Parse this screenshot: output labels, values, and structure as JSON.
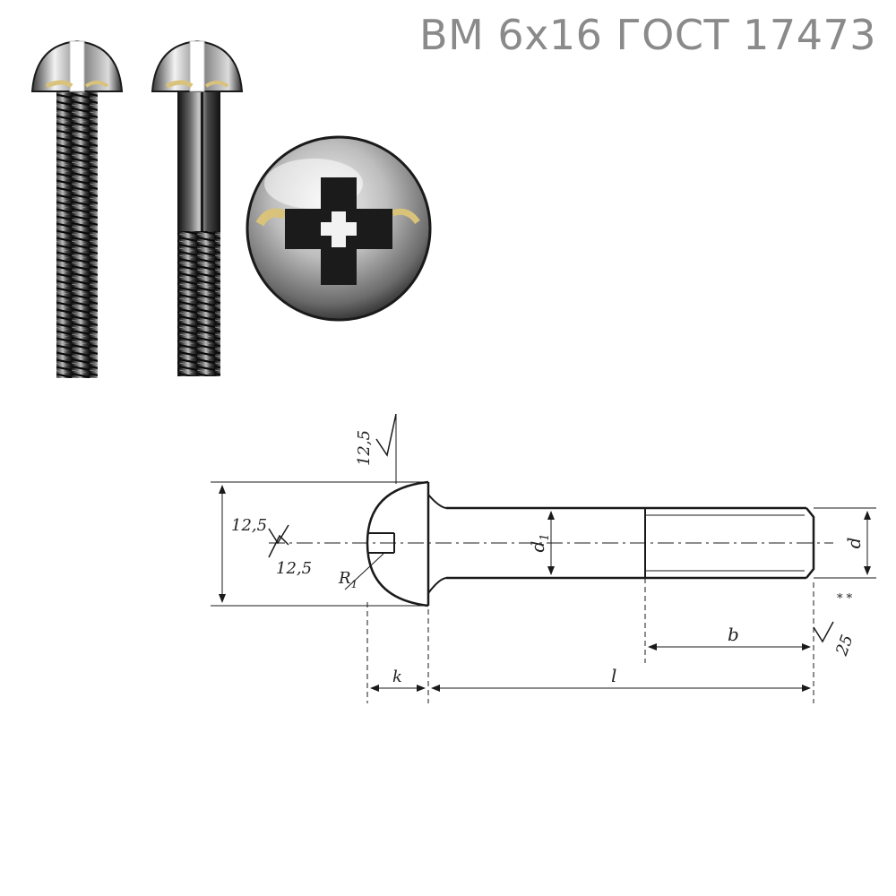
{
  "header": {
    "title": "ВМ 6х16 ГОСТ 17473"
  },
  "drawing": {
    "roughness_head_top": "12,5",
    "roughness_slot_upper": "12,5",
    "roughness_slot_lower": "12,5",
    "radius_label": "R",
    "radius_sub": "1",
    "shank_diameter_label": "d",
    "shank_diameter_sub": "1",
    "thread_diameter_label": "d",
    "thread_length_label": "b",
    "screw_length_label": "l",
    "head_height_label": "k",
    "roughness_general": "25",
    "roughness_general_mark": "* *"
  },
  "colors": {
    "title": "#8a8a8a",
    "ink": "#1a1a1a",
    "metal_dark": "#1c1c1c",
    "metal_light": "#e6e6e6",
    "highlight": "#d9c27a"
  }
}
